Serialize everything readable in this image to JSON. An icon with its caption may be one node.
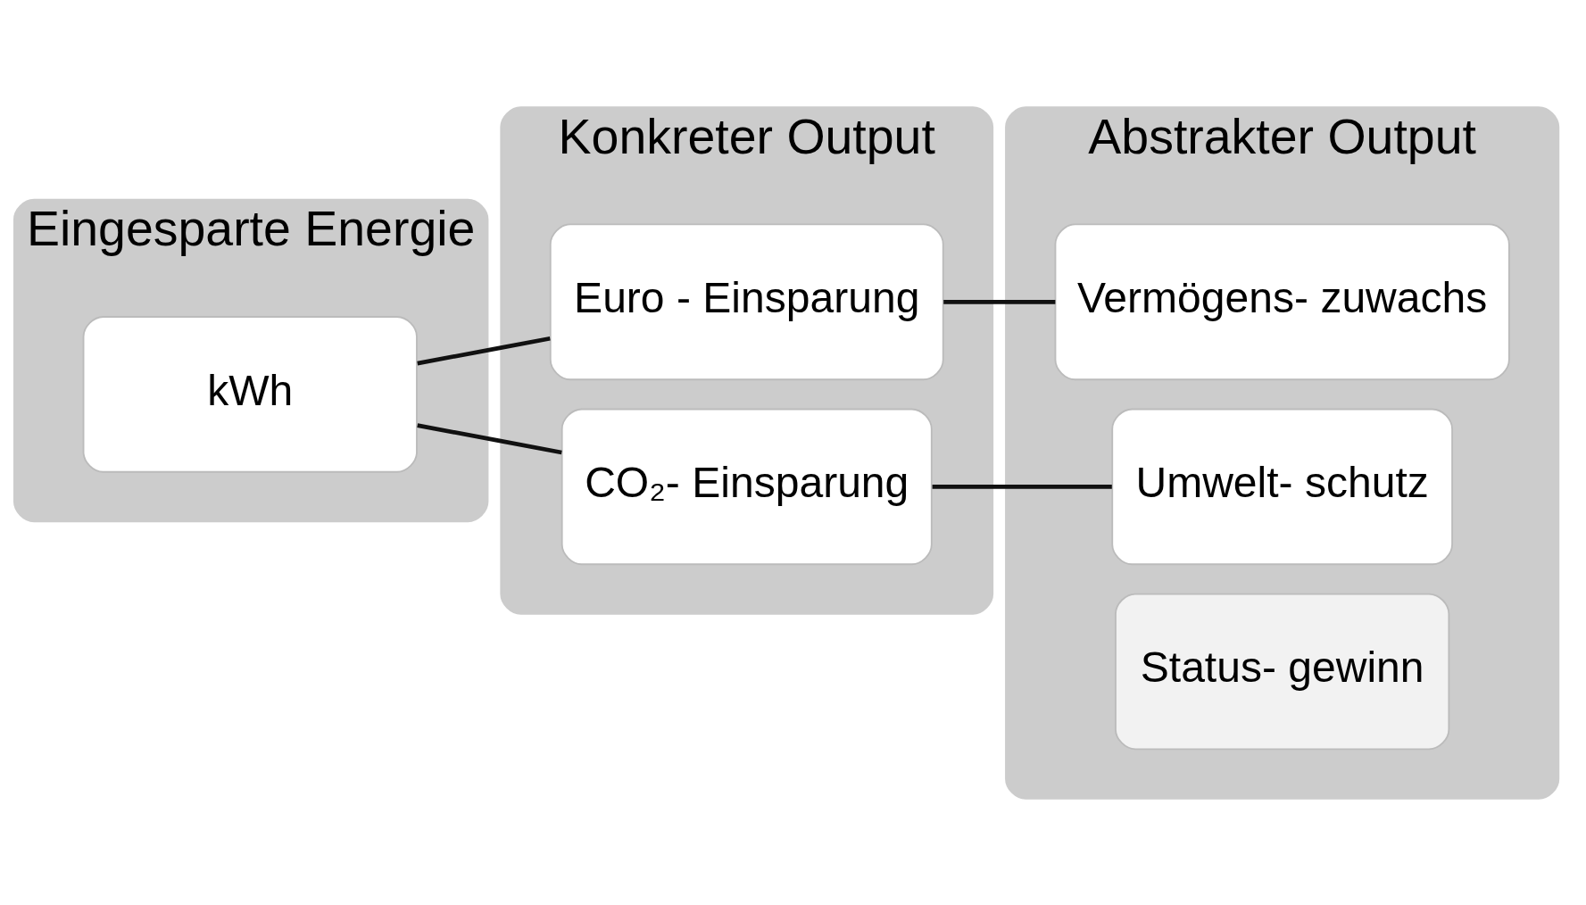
{
  "diagram": {
    "nodes": [
      {
        "text": [
          "Eingesparte Energie"
        ]
      },
      {
        "text": [
          "kWh"
        ],
        "in": 0
      },
      {
        "text": [
          "Konkreter Output"
        ]
      },
      {
        "text": [
          "Euro - Einsparung"
        ],
        "in": 2
      },
      {
        "text": [
          "CO₂- Einsparung"
        ],
        "in": 2
      },
      {
        "text": [
          "Abstrakter Output"
        ]
      },
      {
        "text": [
          "Vermögens- zuwachs"
        ],
        "in": 5
      },
      {
        "text": [
          "Umwelt- schutz"
        ],
        "in": 5
      },
      {
        "text": [
          "Status- gewinn"
        ],
        "in": 5
      }
    ],
    "edges": [
      {
        "from": 1,
        "to": 3,
        "arrow": "none"
      },
      {
        "from": 1,
        "to": 4,
        "arrow": "none"
      },
      {
        "from": 3,
        "to": 6,
        "arrow": "none"
      },
      {
        "from": 4,
        "to": 7,
        "arrow": "none"
      }
    ]
  }
}
